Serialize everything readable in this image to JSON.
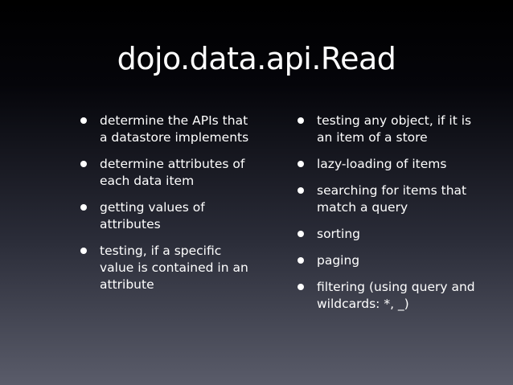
{
  "slide": {
    "title": "dojo.data.api.Read",
    "left_column": [
      "determine the APIs that a datastore implements",
      "determine attributes of each data item",
      "getting values of attributes",
      "testing, if a specific value is contained in an attribute"
    ],
    "right_column": [
      "testing any object, if it is an item of a store",
      "lazy-loading of items",
      "searching for items that match a query",
      "sorting",
      "paging",
      "filtering (using query and wildcards: *, _)"
    ]
  }
}
